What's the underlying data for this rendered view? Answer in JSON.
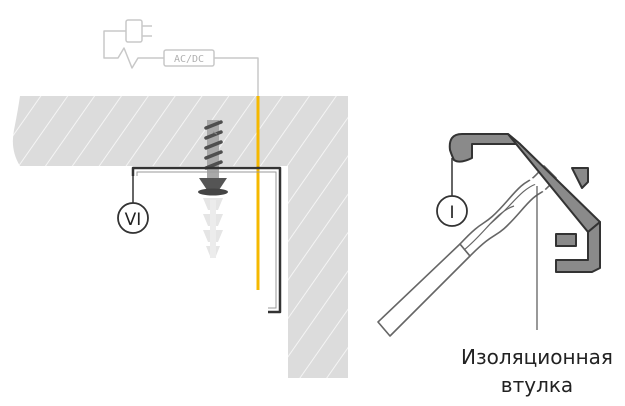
{
  "power": {
    "converter_label": "AC/DC"
  },
  "left_detail": {
    "marker_label": "VI"
  },
  "right_detail": {
    "marker_label": "I",
    "callout_line1": "Изоляционная",
    "callout_line2": "втулка"
  },
  "colors": {
    "wall_fill": "#dcdcdc",
    "hatch": "#f4f4f4",
    "wire": "#f5b800",
    "profile_outline": "#333333",
    "profile_fill": "#8a8a8a",
    "power_lines": "#c8c8c8",
    "drill_outline": "#666666"
  }
}
